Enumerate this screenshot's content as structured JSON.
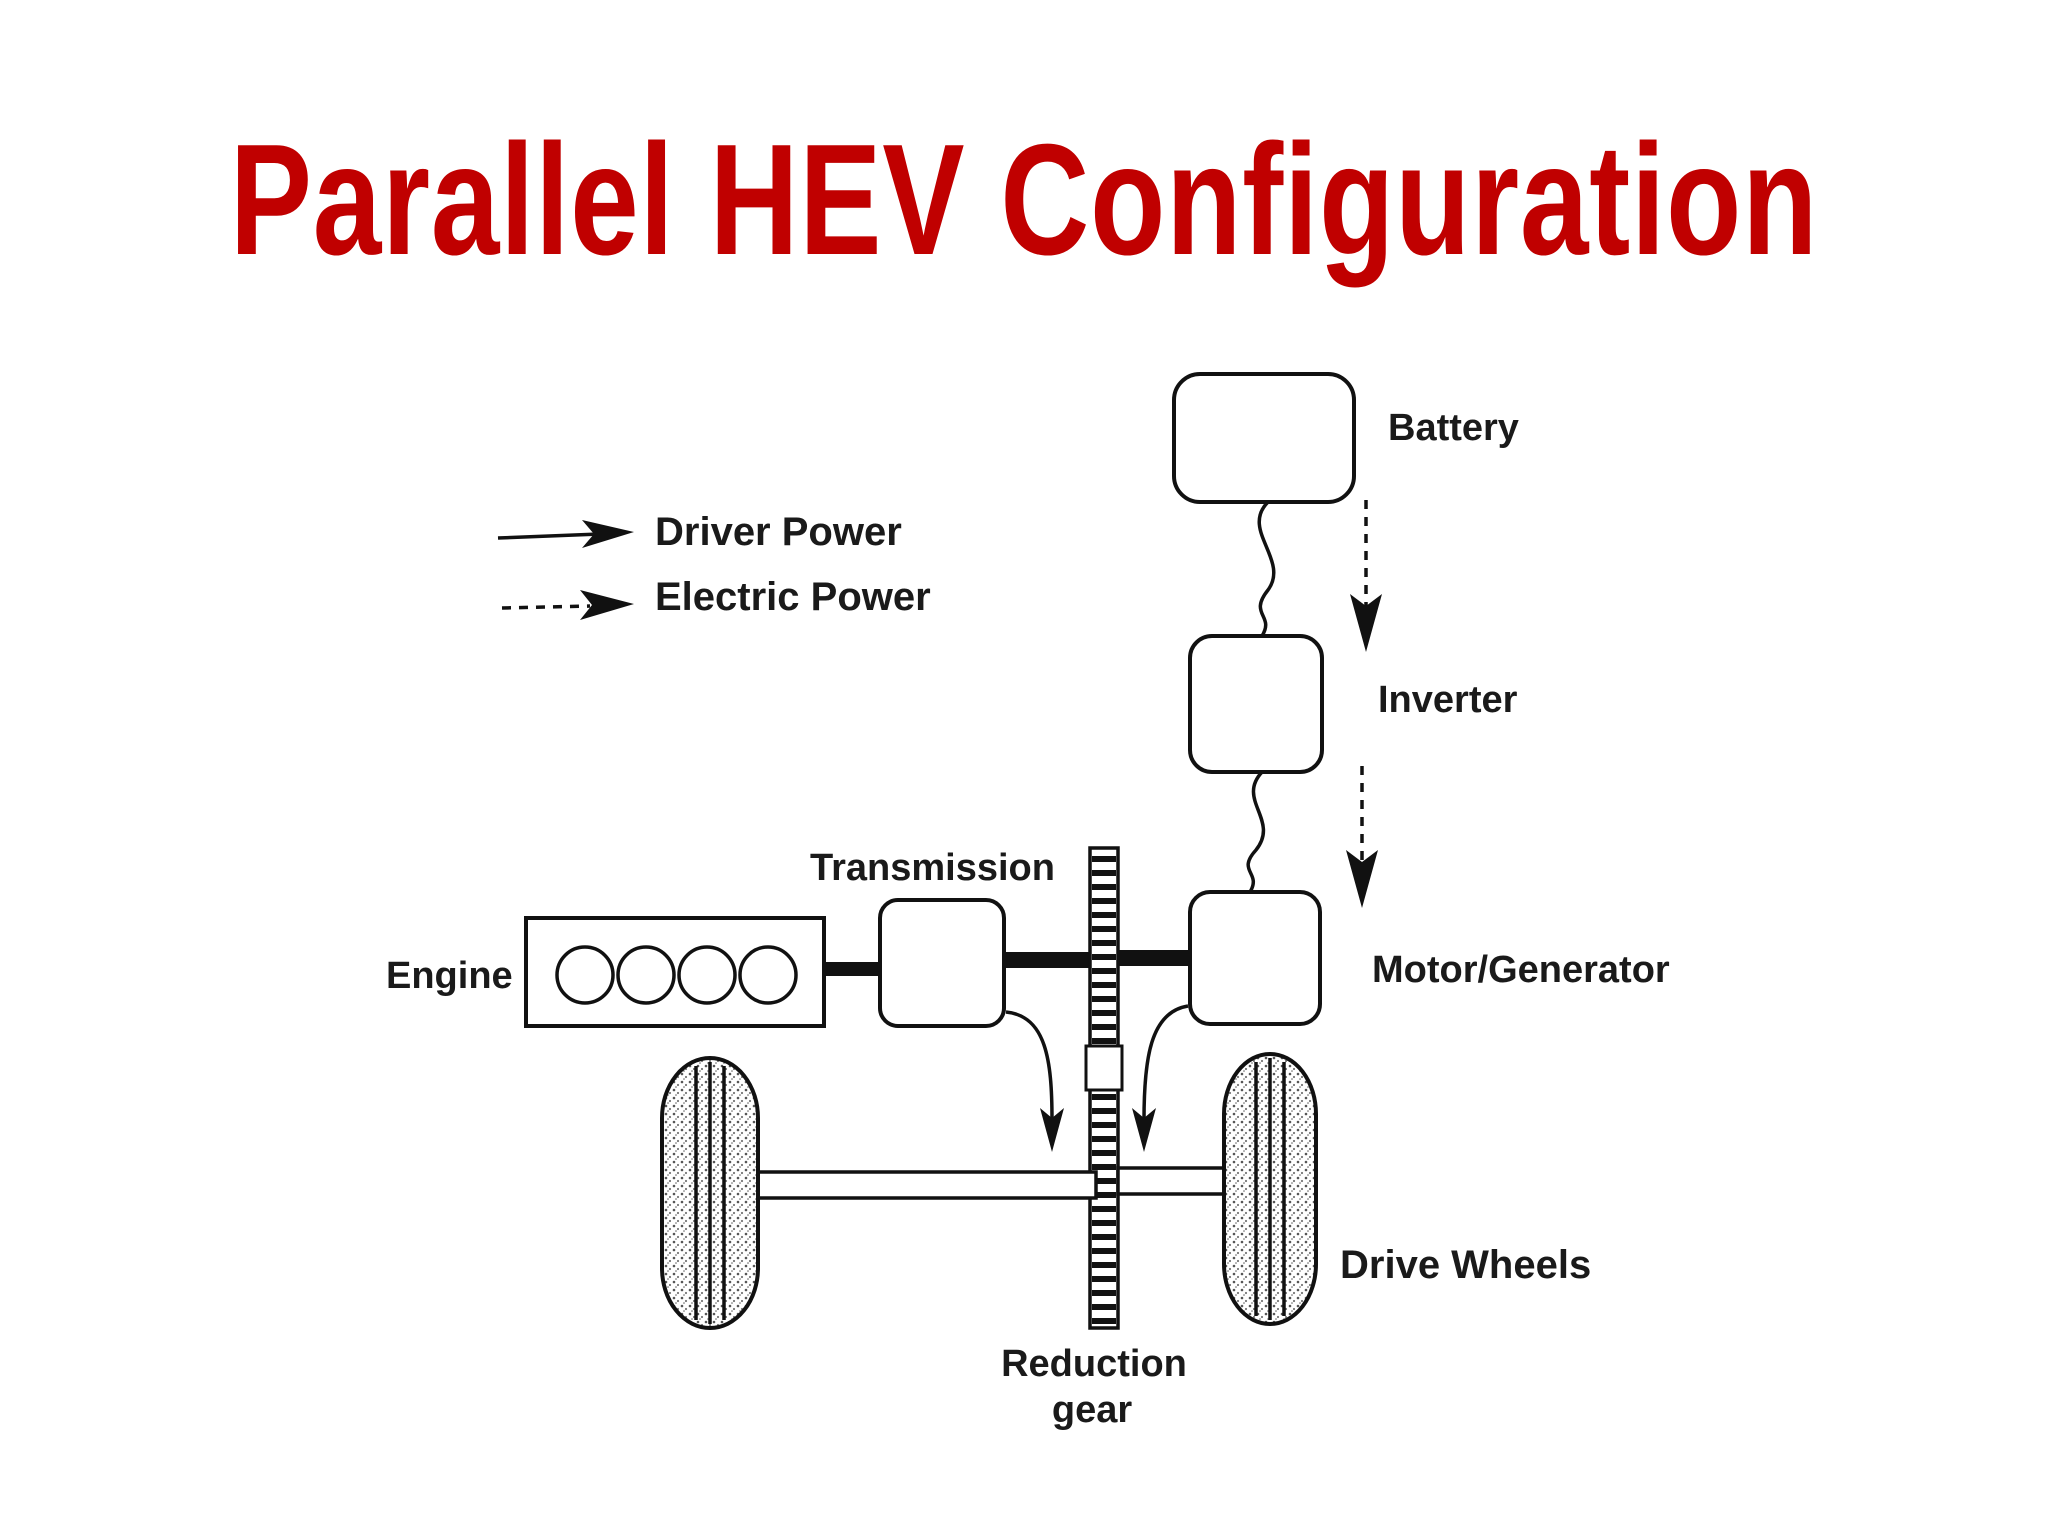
{
  "title": "Parallel HEV Configuration",
  "colors": {
    "title": "#c00000",
    "ink": "#111111",
    "background": "#ffffff"
  },
  "legend": {
    "driver_power": "Driver Power",
    "electric_power": "Electric Power"
  },
  "components": {
    "battery": "Battery",
    "inverter": "Inverter",
    "motor_generator": "Motor/Generator",
    "transmission": "Transmission",
    "engine": "Engine",
    "drive_wheels": "Drive Wheels",
    "reduction_gear_line1": "Reduction",
    "reduction_gear_line2": "gear"
  }
}
